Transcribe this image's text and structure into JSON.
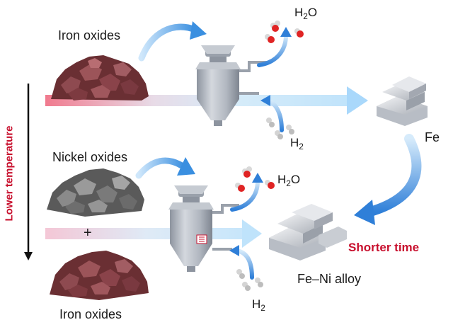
{
  "labels": {
    "iron_oxides_top": "Iron oxides",
    "h2o_top_main": "H",
    "h2o_top_sub": "2",
    "h2o_top_tail": "O",
    "h2_top_main": "H",
    "h2_top_sub": "2",
    "fe": "Fe",
    "lower_temperature": "Lower temperature",
    "nickel_oxides": "Nickel oxides",
    "plus": "+",
    "h2o_bottom_main": "H",
    "h2o_bottom_sub": "2",
    "h2o_bottom_tail": "O",
    "h2_bottom_main": "H",
    "h2_bottom_sub": "2",
    "shorter_time": "Shorter time",
    "fe_ni_alloy": "Fe–Ni alloy",
    "iron_oxides_bottom": "Iron oxides"
  },
  "colors": {
    "shorter_time": "#c8102e",
    "lower_temperature": "#c8102e",
    "iron_ore": "#7a3a3d",
    "nickel_ore": "#6e6e6e",
    "arrow_blue": "#3a8fe0",
    "reactor": "#b9bfc9"
  }
}
